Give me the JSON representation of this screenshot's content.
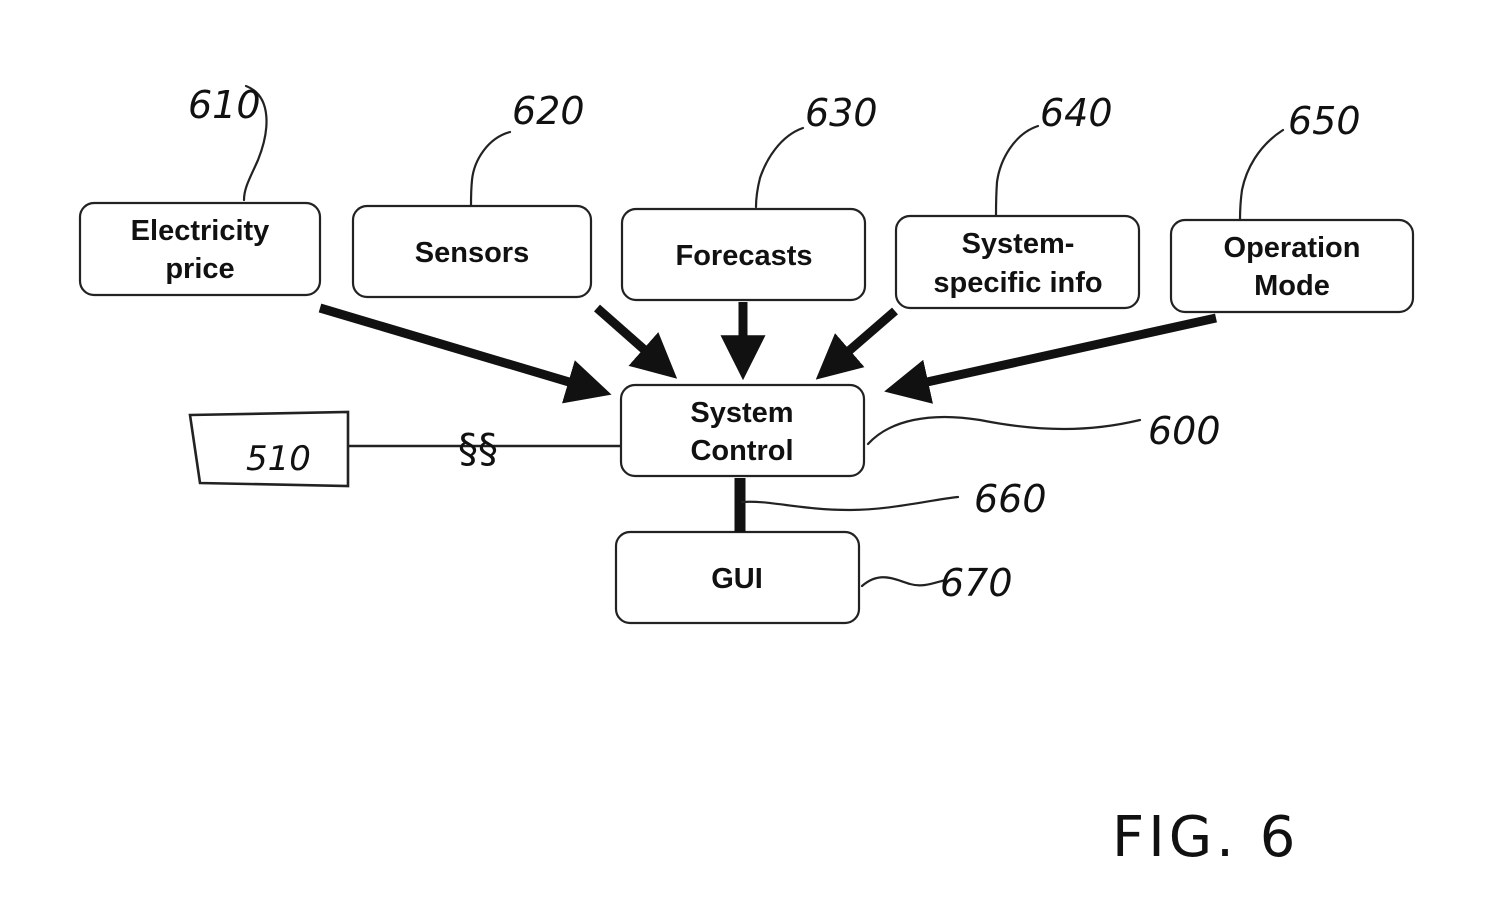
{
  "figure": {
    "label": "FIG. 6"
  },
  "nodes": {
    "electricity_price": {
      "lines": [
        "Electricity",
        "price"
      ],
      "ref": "610"
    },
    "sensors": {
      "lines": [
        "Sensors"
      ],
      "ref": "620"
    },
    "forecasts": {
      "lines": [
        "Forecasts"
      ],
      "ref": "630"
    },
    "system_specific_info": {
      "lines": [
        "System-",
        "specific info"
      ],
      "ref": "640"
    },
    "operation_mode": {
      "lines": [
        "Operation",
        "Mode"
      ],
      "ref": "650"
    },
    "system_control": {
      "lines": [
        "System",
        "Control"
      ],
      "ref": "600"
    },
    "gui": {
      "lines": [
        "GUI"
      ],
      "ref": "670"
    },
    "device_510": {
      "label": "510"
    }
  },
  "connections": {
    "bus_ref": "660",
    "wireless_symbol": "§§"
  },
  "colors": {
    "ink": "#111111",
    "background": "#ffffff"
  }
}
